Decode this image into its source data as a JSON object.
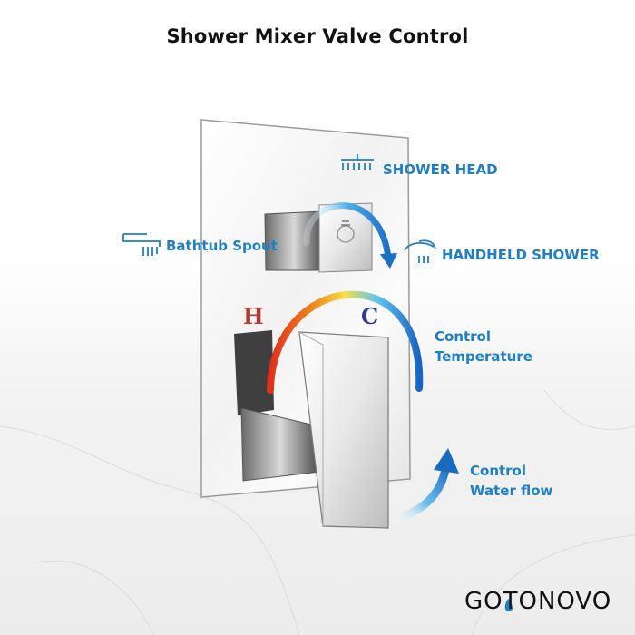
{
  "title": "Shower Mixer Valve Control",
  "labels": {
    "shower_head": "SHOWER HEAD",
    "bathtub_spout": "Bathtub Spout",
    "handheld_shower": "HANDHELD SHOWER",
    "control_temperature_line1": "Control",
    "control_temperature_line2": "Temperature",
    "control_water_flow_line1": "Control",
    "control_water_flow_line2": "Water flow"
  },
  "temperature_marks": {
    "hot": "H",
    "cold": "C"
  },
  "brand": "GOTONOVO",
  "colors": {
    "accent_blue": "#1f7fc2",
    "hot_red": "#e0301e",
    "cold_blue": "#1b75d0",
    "chrome": "#c8c8c8"
  },
  "icons": [
    "shower-head-icon",
    "bathtub-spout-icon",
    "handheld-shower-icon",
    "water-drop-icon"
  ]
}
